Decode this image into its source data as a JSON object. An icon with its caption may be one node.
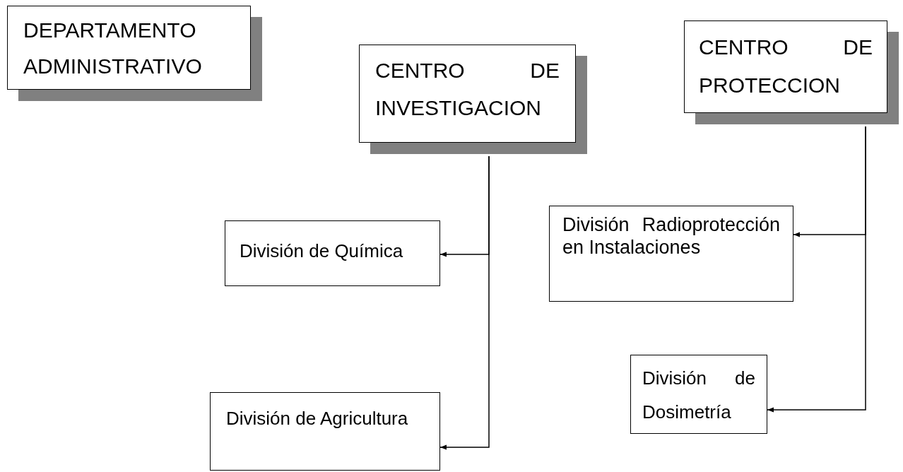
{
  "diagram": {
    "nodes": [
      {
        "text": [
          "DEPARTAMENTO ADMINISTRATIVO"
        ]
      },
      {
        "text": [
          "CENTRO DE INVESTIGACION"
        ]
      },
      {
        "text": [
          "CENTRO DE PROTECCION"
        ]
      },
      {
        "text": [
          "División de Química"
        ]
      },
      {
        "text": [
          "División de Agricultura"
        ]
      },
      {
        "text": [
          "División Radioprotección en Instalaciones"
        ]
      },
      {
        "text": [
          "División de Dosimetría"
        ]
      }
    ],
    "edges": [
      {
        "from": 1,
        "to": 3,
        "arrow": "to"
      },
      {
        "from": 1,
        "to": 4,
        "arrow": "to"
      },
      {
        "from": 2,
        "to": 5,
        "arrow": "to"
      },
      {
        "from": 2,
        "to": 6,
        "arrow": "to"
      }
    ]
  }
}
